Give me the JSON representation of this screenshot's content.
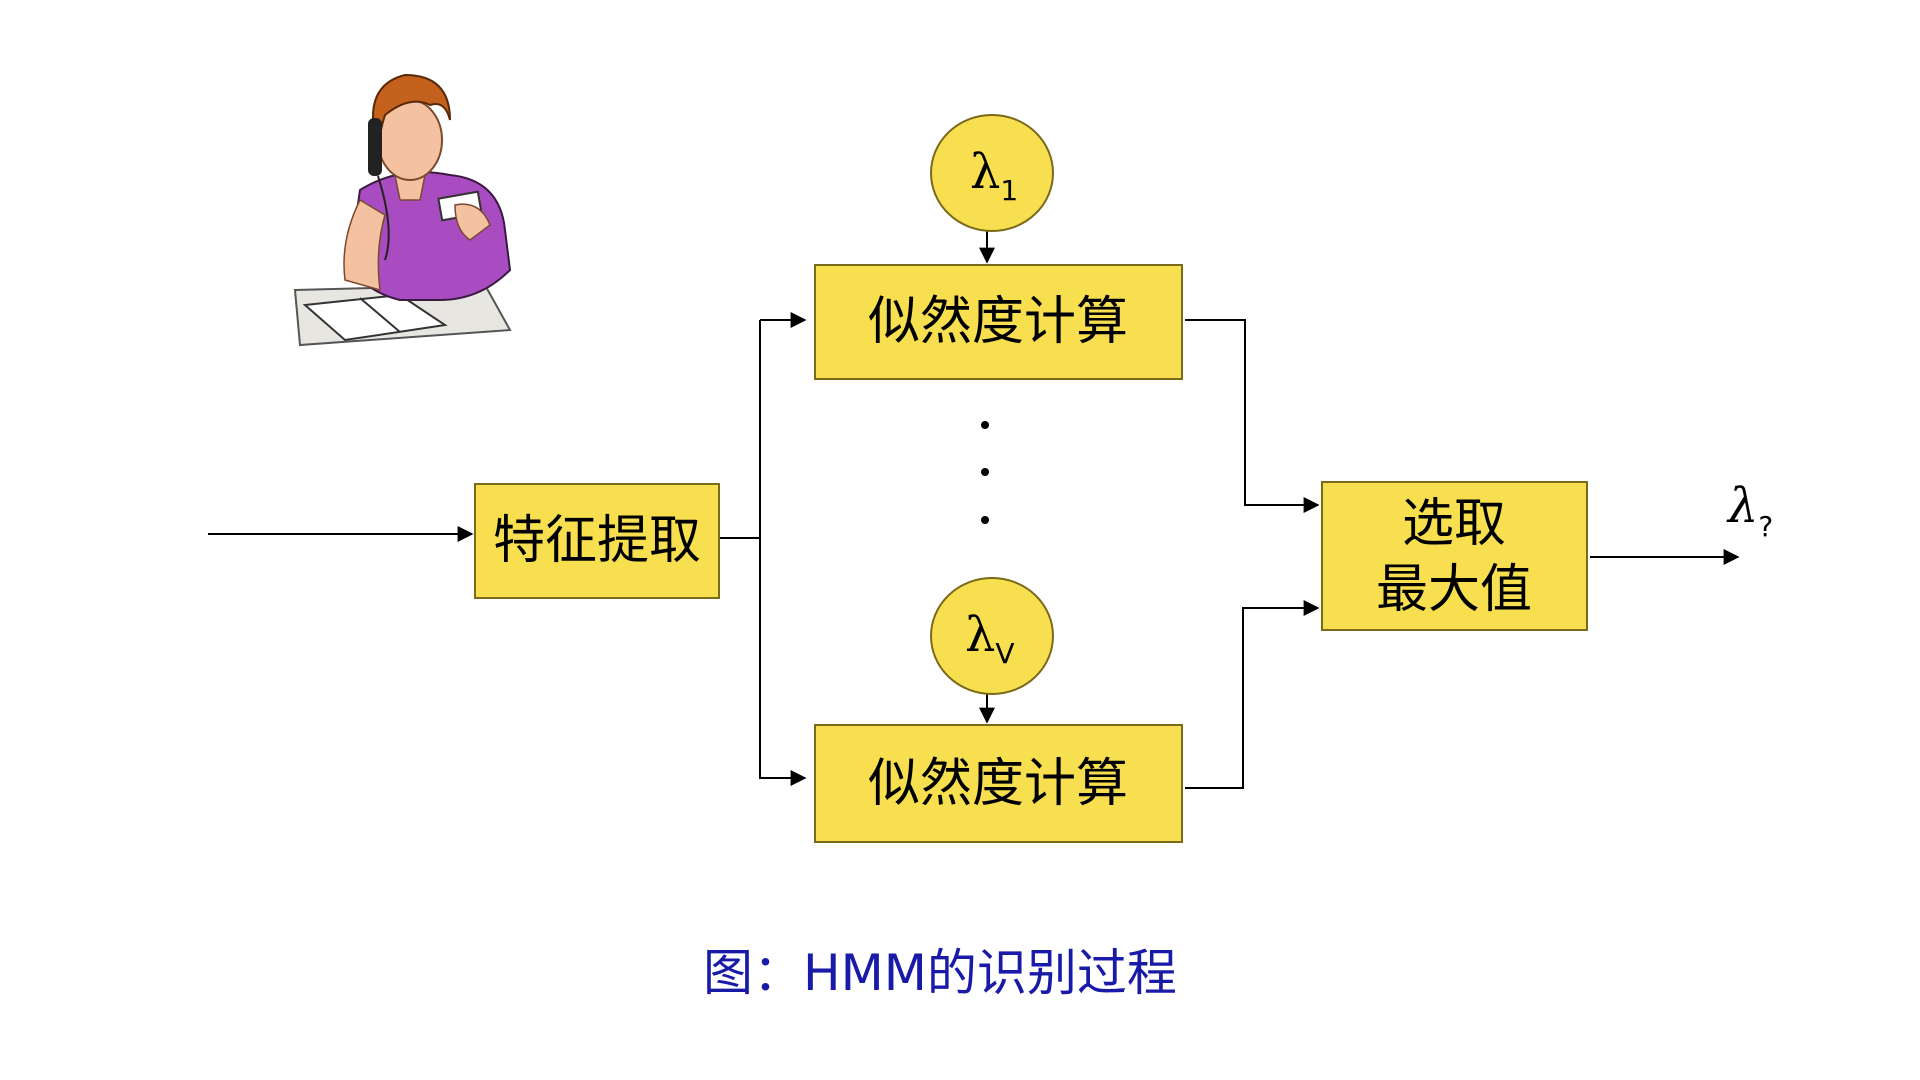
{
  "diagram": {
    "colors": {
      "box_fill": "#f7df4f",
      "box_stroke": "#7a6a1a",
      "line": "#000000",
      "caption": "#1a1aa8"
    },
    "feature_box": {
      "label": "特征提取"
    },
    "likelihood_box_top": {
      "label": "似然度计算"
    },
    "likelihood_box_bottom": {
      "label": "似然度计算"
    },
    "select_box": {
      "line1": "选取",
      "line2": "最大值"
    },
    "model_top": {
      "symbol": "λ",
      "subscript": "1"
    },
    "model_bottom": {
      "symbol": "λ",
      "subscript": "V"
    },
    "output": {
      "symbol": "λ",
      "subscript": "?"
    },
    "illustration": {
      "icon": "woman-on-phone-icon"
    }
  },
  "caption": "图：HMM的识别过程"
}
